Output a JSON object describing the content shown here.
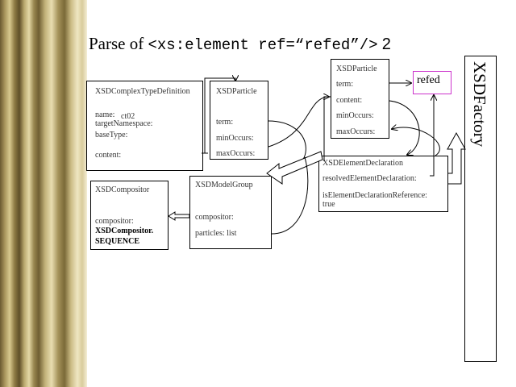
{
  "title": {
    "prefix": "Parse of ",
    "code": "<xs:element ref=“refed”/>",
    "number": "2"
  },
  "complex_type": {
    "header": "XSDComplexTypeDefinition",
    "name_label": "name:",
    "name_value": "ct02",
    "target_ns": "targetNamespace:",
    "base_type": "baseType:",
    "content": "content:"
  },
  "particle1": {
    "header": "XSDParticle",
    "term": "term:",
    "min": "minOccurs:",
    "max": "maxOccurs:"
  },
  "particle2": {
    "header": "XSDParticle",
    "term": "term:",
    "content": "content:",
    "min": "minOccurs:",
    "max": "maxOccurs:"
  },
  "compositor": {
    "header": "XSDCompositor",
    "compositor": "compositor:",
    "value1": "XSDCompositor.",
    "value2": "SEQUENCE"
  },
  "model_group": {
    "header": "XSDModelGroup",
    "compositor": "compositor:",
    "particles": "particles:  list"
  },
  "element_decl": {
    "header": "XSDElementDeclaration",
    "resolved": "resolvedElementDeclaration:",
    "is_ref": "isElementDeclarationReference:",
    "is_ref_value": "true"
  },
  "refed": "refed",
  "factory": "XSDFactory"
}
